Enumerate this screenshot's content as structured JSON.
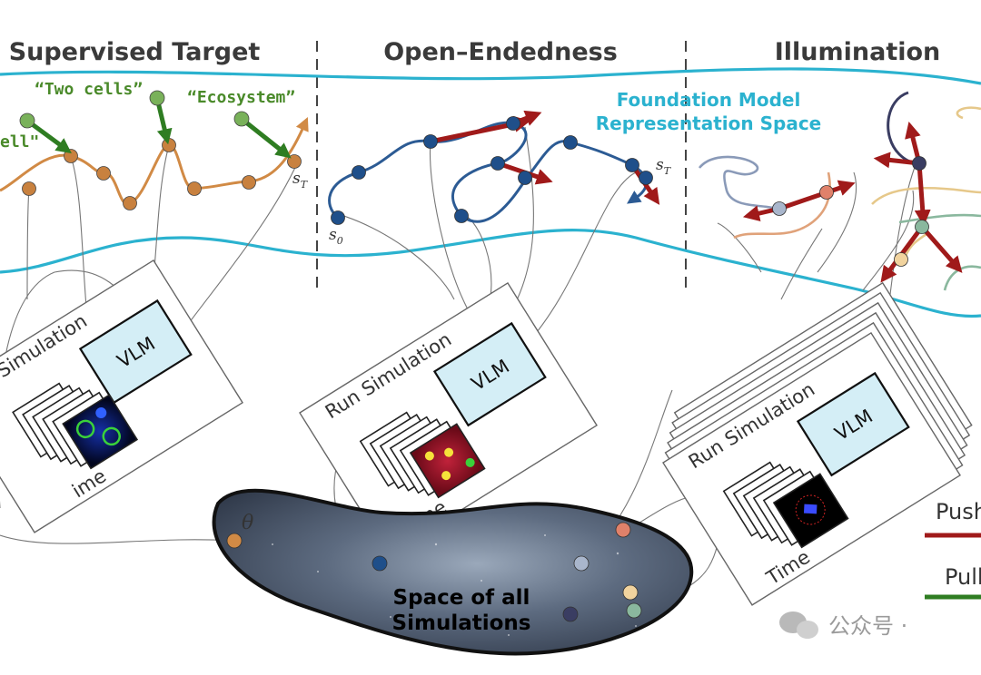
{
  "sections": {
    "supervised": "Supervised Target",
    "open_endedness": "Open–Endedness",
    "illumination": "Illumination"
  },
  "quotes": {
    "cell": "ell\"",
    "two_cells": "“Two cells”",
    "ecosystem": "“Ecosystem”"
  },
  "foundation_space": {
    "line1": "Foundation Model",
    "line2": "Representation Space"
  },
  "math": {
    "s_T": "s",
    "T_sub": "T",
    "s_0": "s",
    "zero_sub": "0",
    "theta": "θ"
  },
  "panels": {
    "run_simulation": "Run Simulation",
    "run_simulation_left": "Simulation",
    "time": "Time",
    "time_left": "ime",
    "vlm": "VLM"
  },
  "space_of_sims": {
    "line1": "Space of all",
    "line2": "Simulations"
  },
  "legend": {
    "push": "Push",
    "pull": "Pull"
  },
  "watermark": "公众号 · ",
  "colors": {
    "teal_band": "#2bb2cf",
    "target_curve": "#d18a45",
    "target_point": "#c8813f",
    "green_target": "#5c9a3a",
    "green_arrow": "#2f7d22",
    "open_curve": "#2c5b94",
    "open_point": "#1f4f8a",
    "push_red": "#a01a1a",
    "vlm_fill": "#d4eef6"
  }
}
